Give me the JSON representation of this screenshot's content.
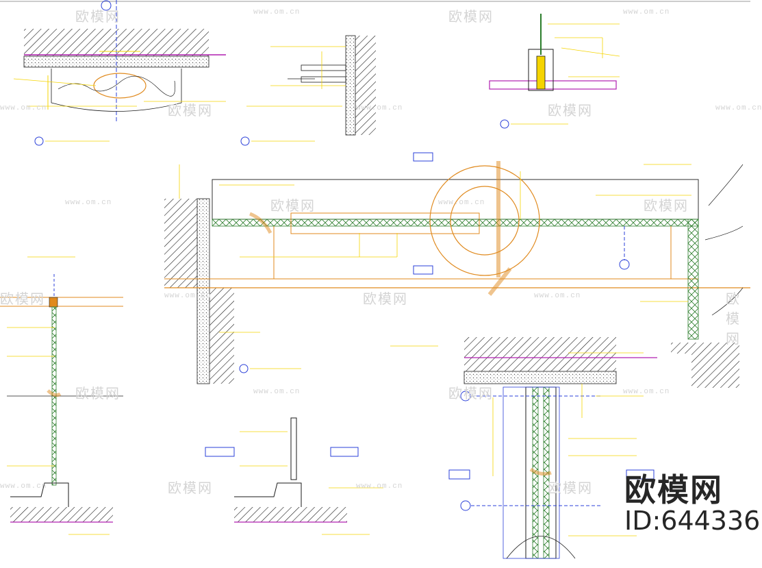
{
  "watermark": {
    "site_cn": "欧模网",
    "site_url": "www.om.cn"
  },
  "brand": {
    "name": "欧模网",
    "id_label": "ID:644336"
  },
  "colors": {
    "background": "#ffffff",
    "line_yellow": "#f5d400",
    "line_orange": "#e08a1e",
    "line_magenta": "#b01eb0",
    "line_blue": "#2a3fd8",
    "hatch_dark": "#1a1a1a",
    "watermark_gray": "#d4d4d4"
  },
  "icons": [
    "brand-logo",
    "watermark-logo",
    "section-marker-icon"
  ]
}
